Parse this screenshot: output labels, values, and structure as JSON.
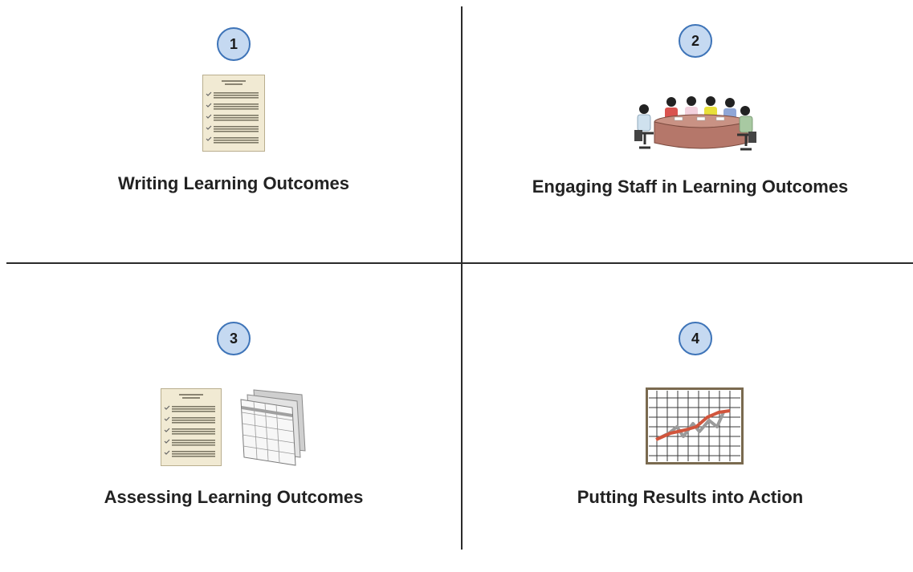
{
  "steps": [
    {
      "number": "1",
      "title": "Writing Learning Outcomes",
      "icon": "checklist-document-icon"
    },
    {
      "number": "2",
      "title": "Engaging Staff in Learning Outcomes",
      "icon": "meeting-table-icon"
    },
    {
      "number": "3",
      "title": "Assessing Learning Outcomes",
      "icon": "checklist-and-spreadsheet-icon"
    },
    {
      "number": "4",
      "title": "Putting Results into Action",
      "icon": "trend-chart-icon"
    }
  ],
  "colors": {
    "badge_fill": "#c5d9f1",
    "badge_stroke": "#3e74b8",
    "divider": "#2b2b2b",
    "paper": "#f1ead3",
    "table": "#b5776a",
    "chart_line_red": "#d1553c",
    "chart_line_gray": "#9a9a9a"
  }
}
